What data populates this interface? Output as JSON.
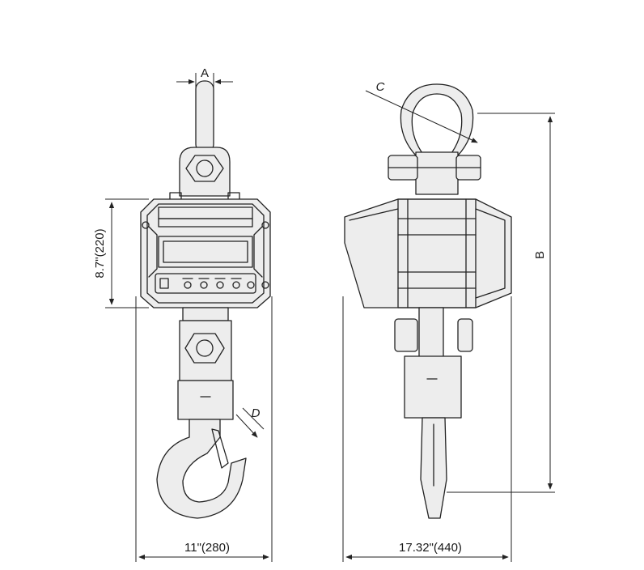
{
  "diagram": {
    "labels": {
      "a": "A",
      "b": "B",
      "c": "C",
      "d": "D",
      "height": "8.7\"(220)",
      "width_front": "11\"(280)",
      "width_side": "17.32\"(440)"
    },
    "colors": {
      "line": "#222222",
      "fill": "#ededed",
      "background": "#ffffff"
    }
  }
}
